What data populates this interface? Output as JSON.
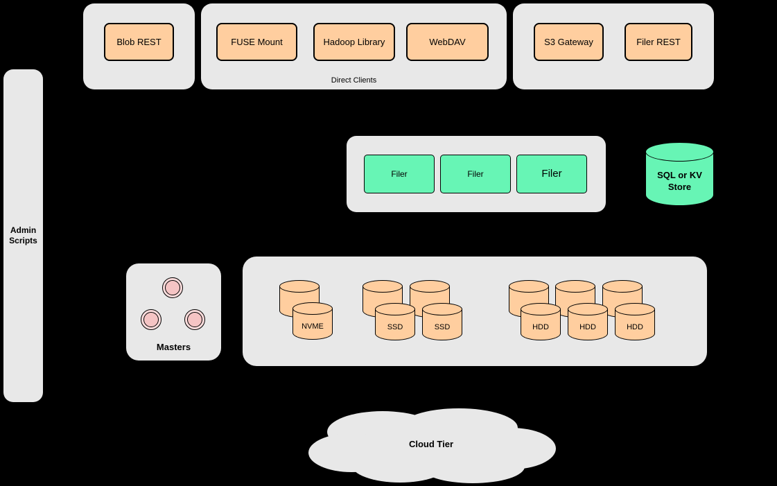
{
  "colors": {
    "background": "#000000",
    "container_gray": "#e8e8e8",
    "node_orange": "#ffce9f",
    "node_green": "#67f5b5",
    "node_pink": "#f8cecc",
    "border": "#000000"
  },
  "admin_panel": {
    "label": "Admin\nScripts"
  },
  "blob_group": {
    "button": "Blob REST"
  },
  "direct_clients_group": {
    "label": "Direct Clients",
    "buttons": [
      "FUSE Mount",
      "Hadoop Library",
      "WebDAV"
    ]
  },
  "gateway_group": {
    "buttons": [
      "S3 Gateway",
      "Filer REST"
    ]
  },
  "filer_group": {
    "nodes": [
      "Filer",
      "Filer",
      "Filer"
    ]
  },
  "metadata_store": {
    "label": "SQL or KV\nStore"
  },
  "masters_group": {
    "label": "Masters"
  },
  "volume_group": {
    "nvme_labels": [
      "NVME"
    ],
    "ssd_labels": [
      "SSD",
      "SSD"
    ],
    "hdd_labels": [
      "HDD",
      "HDD",
      "HDD"
    ]
  },
  "cloud_tier": {
    "label": "Cloud Tier"
  }
}
